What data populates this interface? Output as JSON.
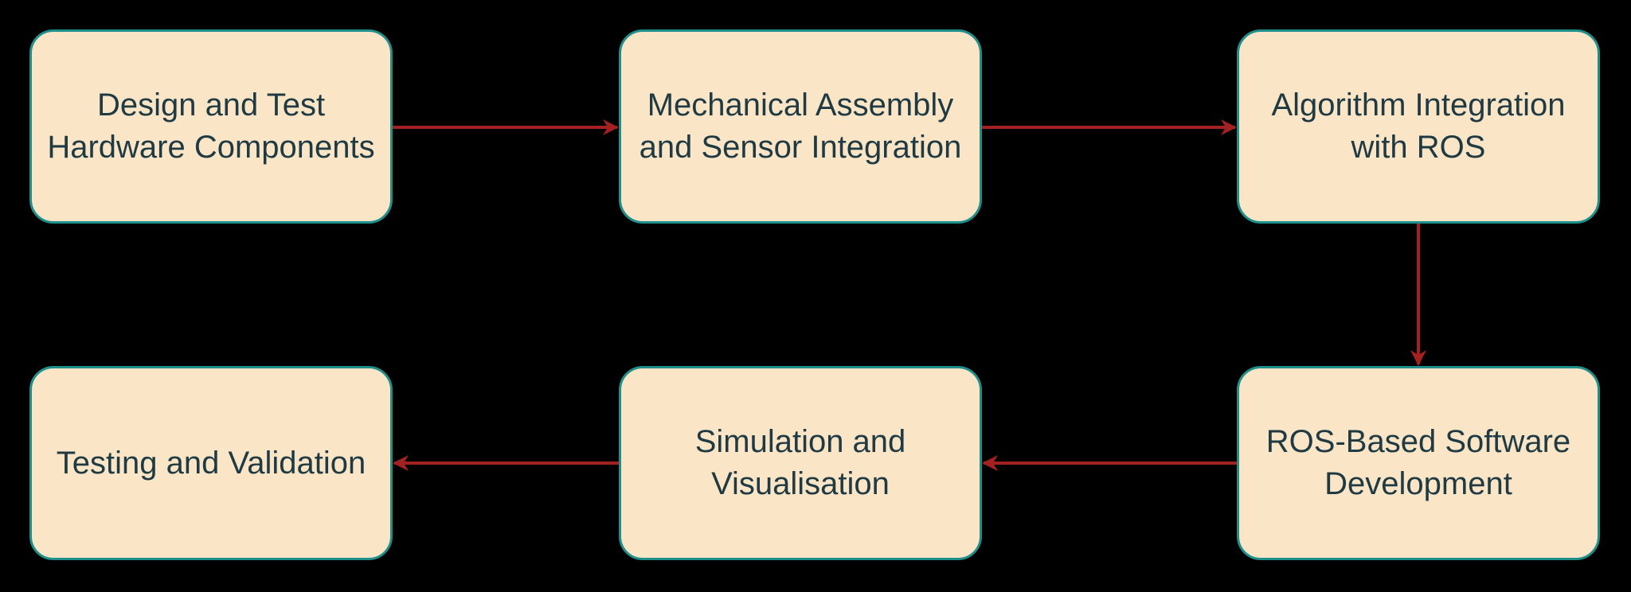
{
  "diagram": {
    "type": "flowchart",
    "colors": {
      "background": "#000000",
      "node_fill": "#fae5c7",
      "node_border": "#1f8f8c",
      "node_text": "#1f3a43",
      "arrow": "#a32121"
    },
    "nodes": [
      {
        "id": "n1",
        "label": "Design and Test\nHardware Components"
      },
      {
        "id": "n2",
        "label": "Mechanical Assembly\nand Sensor Integration"
      },
      {
        "id": "n3",
        "label": "Algorithm Integration\nwith ROS"
      },
      {
        "id": "n4",
        "label": "ROS-Based Software\nDevelopment"
      },
      {
        "id": "n5",
        "label": "Simulation and\nVisualisation"
      },
      {
        "id": "n6",
        "label": "Testing and Validation"
      }
    ],
    "edges": [
      {
        "from": "n1",
        "to": "n2"
      },
      {
        "from": "n2",
        "to": "n3"
      },
      {
        "from": "n3",
        "to": "n4"
      },
      {
        "from": "n4",
        "to": "n5"
      },
      {
        "from": "n5",
        "to": "n6"
      }
    ]
  }
}
